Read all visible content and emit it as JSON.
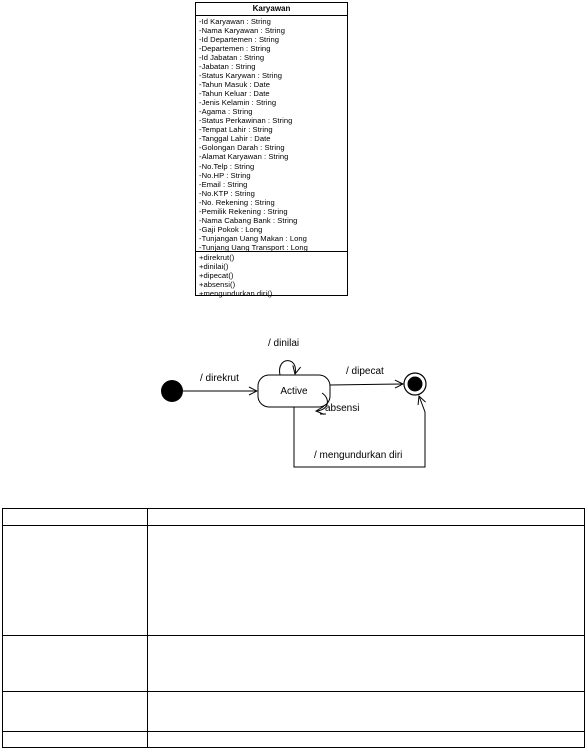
{
  "class_diagram": {
    "name": "Karyawan",
    "attributes": [
      "-Id Karyawan : String",
      "-Nama Karyawan : String",
      "-Id Departemen : String",
      "-Departemen : String",
      "-Id Jabatan : String",
      "-Jabatan : String",
      "-Status Karywan : String",
      "-Tahun Masuk : Date",
      "-Tahun Keluar : Date",
      "-Jenis Kelamin : String",
      "-Agama : String",
      "-Status Perkawinan : String",
      "-Tempat Lahir : String",
      "-Tanggal Lahir : Date",
      "-Golongan Darah : String",
      "-Alamat Karyawan : String",
      "-No.Telp : String",
      "-No.HP : String",
      "-Email : String",
      "-No.KTP : String",
      "-No. Rekening : String",
      "-Pemilik Rekening : String",
      "-Nama Cabang Bank : String",
      "-Gaji Pokok : Long",
      "-Tunjangan Uang Makan : Long",
      "-Tunjang Uang Transport : Long"
    ],
    "operations": [
      "+direkrut()",
      "+dinilai()",
      "+dipecat()",
      "+absensi()",
      "+mengundurkan diri()"
    ]
  },
  "state_diagram": {
    "state_name": "Active",
    "transitions": {
      "recruit": "/ direkrut",
      "evaluate": "/ dinilai",
      "fire": "/ dipecat",
      "attendance": "absensi",
      "resign": "/ mengundurkan diri"
    }
  },
  "table": {
    "rows": [
      [
        "",
        ""
      ],
      [
        "",
        ""
      ],
      [
        "",
        ""
      ],
      [
        "",
        ""
      ],
      [
        "",
        ""
      ]
    ]
  }
}
